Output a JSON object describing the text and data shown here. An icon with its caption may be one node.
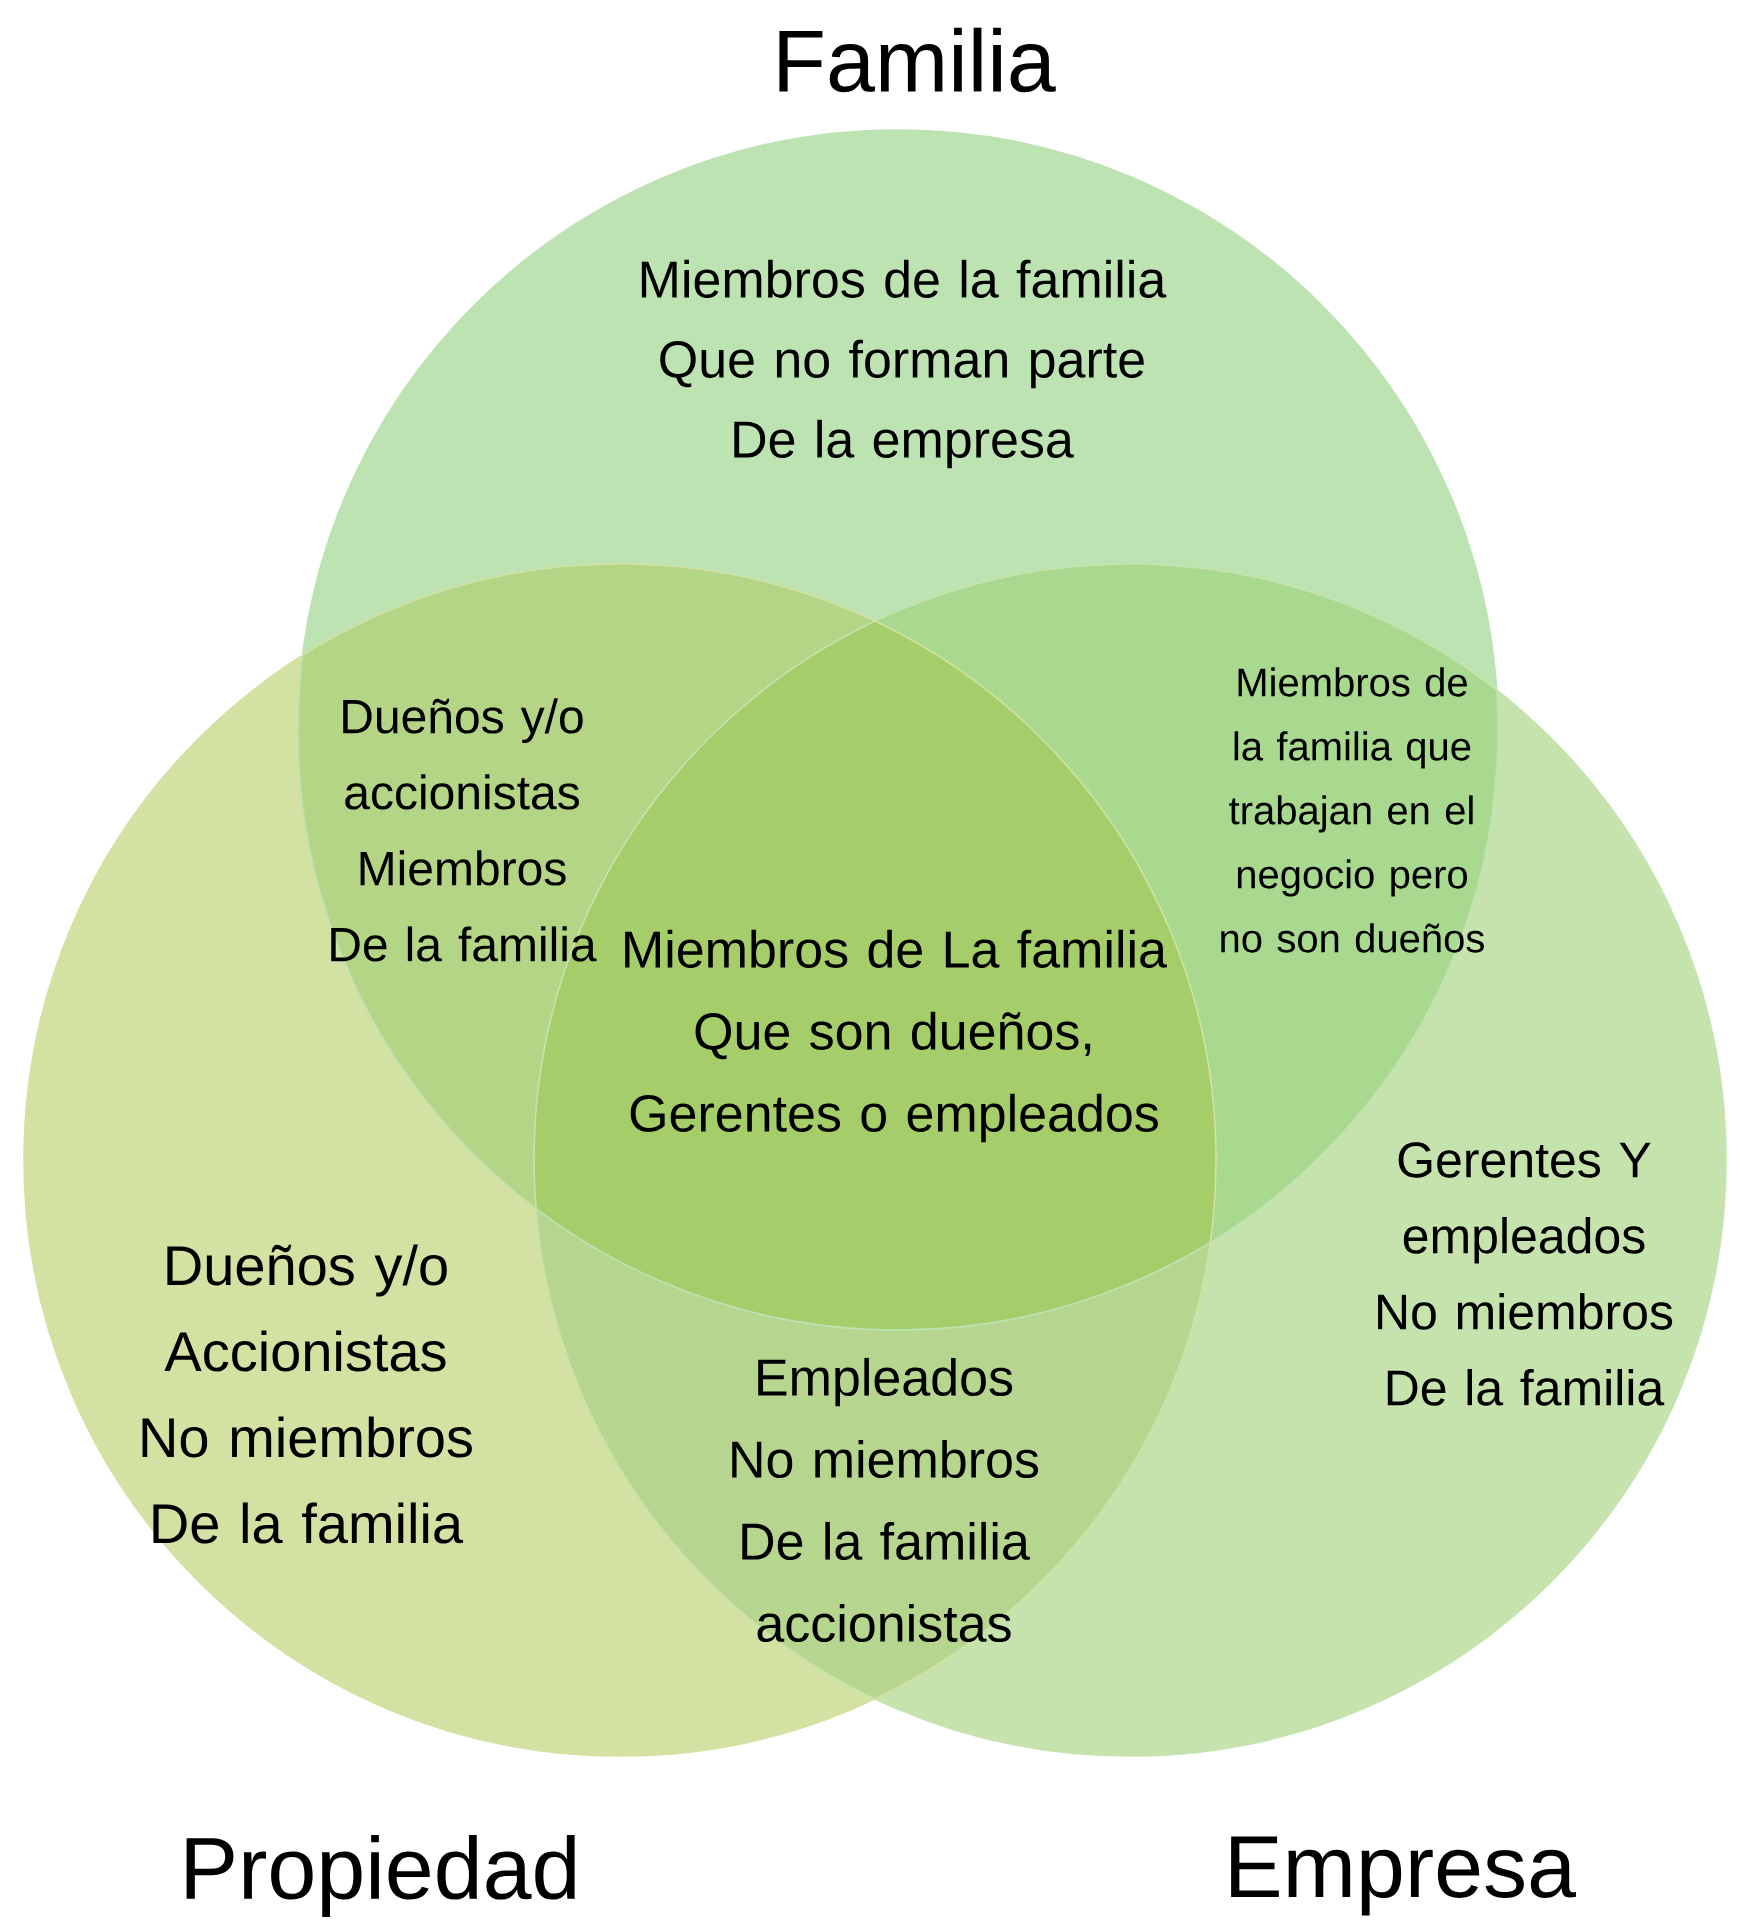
{
  "diagram": {
    "nodes": [
      {
        "text": [
          "Familia",
          "Miembros de la familia Que no forman parte De la empresa"
        ]
      },
      {
        "text": [
          "Dueños y/o Accionistas No miembros De la familia",
          "Propiedad"
        ]
      },
      {
        "text": [
          "Gerentes Y empleados No miembros De la familia",
          "Empresa"
        ]
      }
    ],
    "labels": [
      "Dueños y/o accionistas Miembros De la familia",
      "Miembros de la familia que trabajan en el negocio pero no son dueños",
      "Miembros de La familia Que son dueños, Gerentes o empleados",
      "Empleados No miembros De la familia accionistas"
    ]
  }
}
